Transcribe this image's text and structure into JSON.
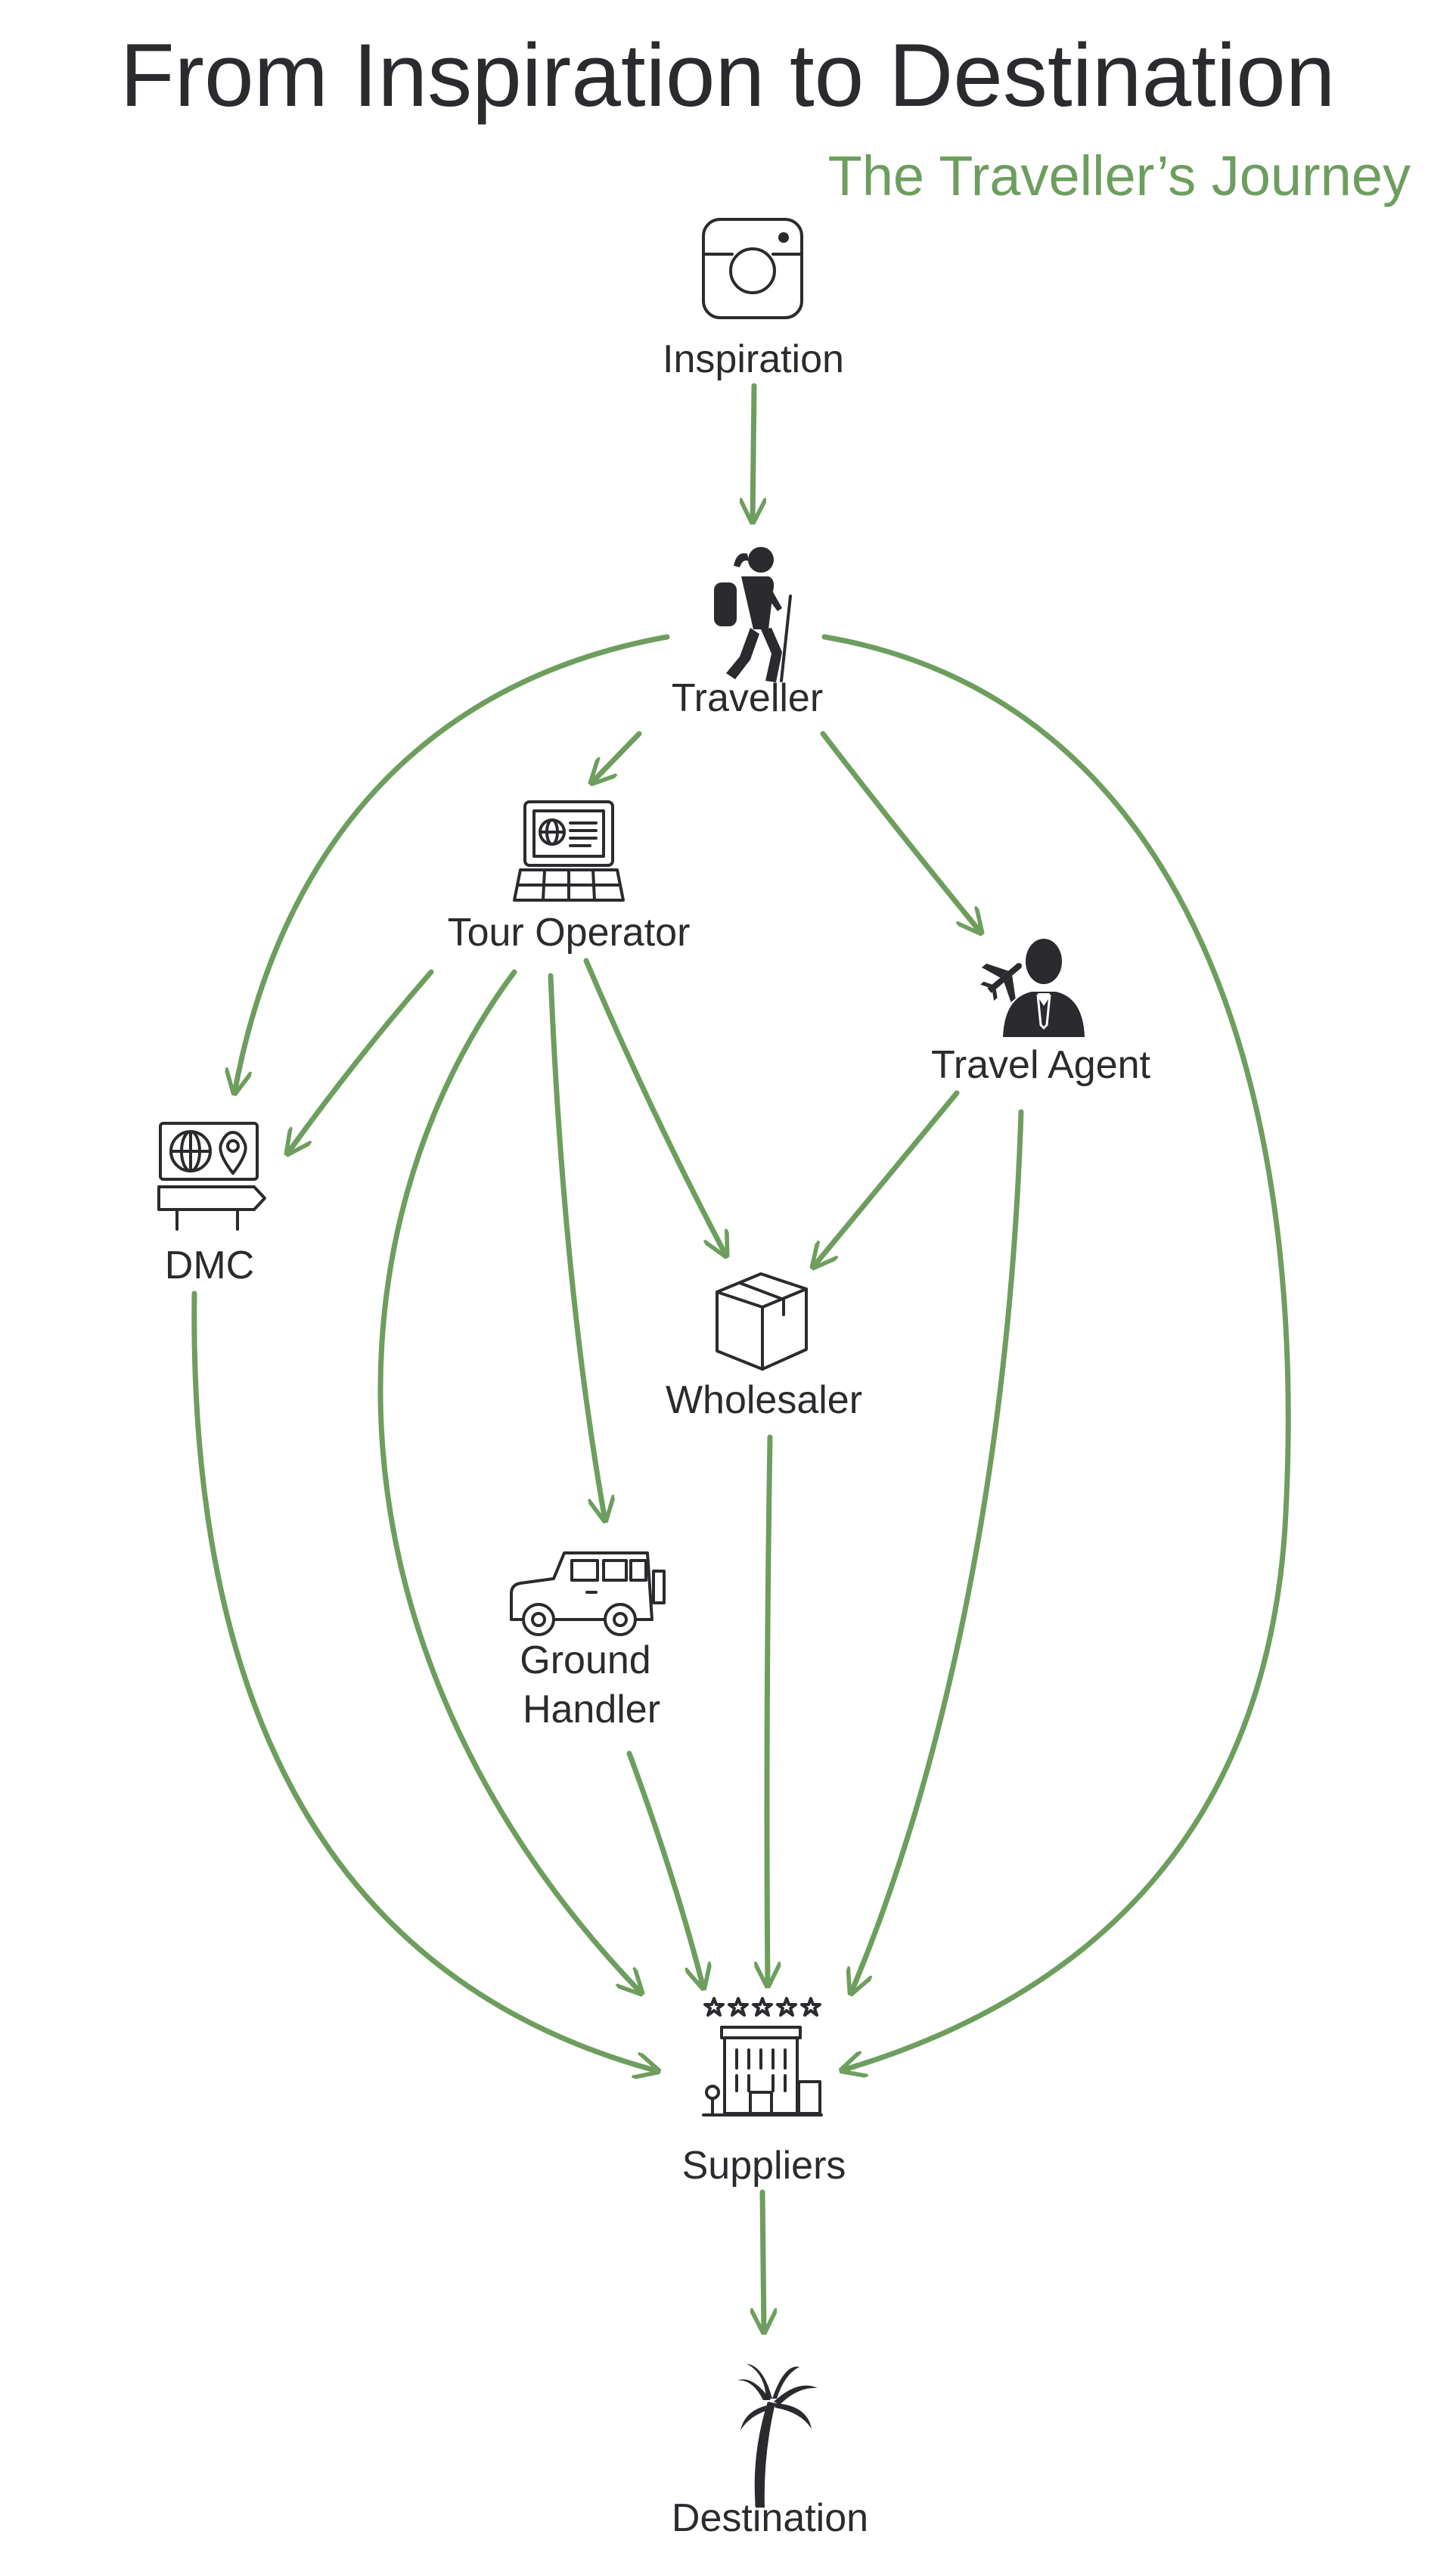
{
  "title": "From Inspiration to Destination",
  "subtitle": "The Traveller’s Journey",
  "colors": {
    "arrow": "#6d9e5e",
    "text": "#2b2b2f",
    "subtitle": "#6d9e5e"
  },
  "nodes": {
    "inspiration": {
      "label": "Inspiration",
      "icon": "instagram-camera-icon"
    },
    "traveller": {
      "label": "Traveller",
      "icon": "hiker-icon"
    },
    "tour_operator": {
      "label": "Tour Operator",
      "icon": "laptop-icon"
    },
    "travel_agent": {
      "label": "Travel Agent",
      "icon": "agent-with-plane-icon"
    },
    "dmc": {
      "label": "DMC",
      "icon": "billboard-map-icon"
    },
    "wholesaler": {
      "label": "Wholesaler",
      "icon": "box-icon"
    },
    "ground_handler": {
      "label_line1": "Ground",
      "label_line2": "Handler",
      "icon": "jeep-icon"
    },
    "suppliers": {
      "label": "Suppliers",
      "icon": "five-star-hotel-icon"
    },
    "destination": {
      "label": "Destination",
      "icon": "palm-tree-icon"
    }
  },
  "edges": [
    {
      "from": "Inspiration",
      "to": "Traveller"
    },
    {
      "from": "Traveller",
      "to": "Tour Operator"
    },
    {
      "from": "Traveller",
      "to": "Travel Agent"
    },
    {
      "from": "Traveller",
      "to": "DMC"
    },
    {
      "from": "Traveller",
      "to": "Suppliers"
    },
    {
      "from": "Tour Operator",
      "to": "DMC"
    },
    {
      "from": "Tour Operator",
      "to": "Wholesaler"
    },
    {
      "from": "Tour Operator",
      "to": "Ground Handler"
    },
    {
      "from": "Tour Operator",
      "to": "Suppliers"
    },
    {
      "from": "Travel Agent",
      "to": "Wholesaler"
    },
    {
      "from": "Travel Agent",
      "to": "Suppliers"
    },
    {
      "from": "DMC",
      "to": "Suppliers"
    },
    {
      "from": "Wholesaler",
      "to": "Suppliers"
    },
    {
      "from": "Ground Handler",
      "to": "Suppliers"
    },
    {
      "from": "Suppliers",
      "to": "Destination"
    }
  ]
}
